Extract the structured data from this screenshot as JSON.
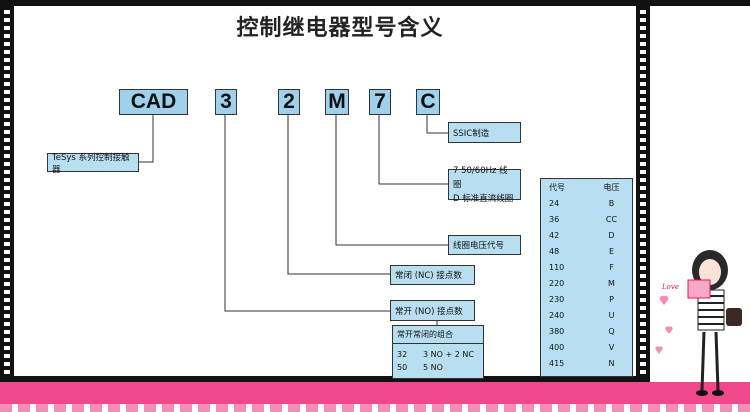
{
  "title": "控制继电器型号含义",
  "codes": [
    "CAD",
    "3",
    "2",
    "M",
    "7",
    "C"
  ],
  "labels": {
    "tesys": "TeSys 系列控制接触器",
    "ssic": "SSIC制造",
    "coil_type_line1": "7 50/60Hz 线圈",
    "coil_type_line2": "D 标准直流线圈",
    "coil_voltage_code": "线圈电压代号",
    "nc": "常闭 (NC) 接点数",
    "no": "常开 (NO) 接点数"
  },
  "combination_table": {
    "header": "常开常闭的组合",
    "rows": [
      {
        "code": "32",
        "value": "3 NO + 2 NC"
      },
      {
        "code": "50",
        "value": "5 NO"
      }
    ]
  },
  "voltage_table": {
    "headers": [
      "代号",
      "电压"
    ],
    "rows": [
      [
        "24",
        "B"
      ],
      [
        "36",
        "CC"
      ],
      [
        "42",
        "D"
      ],
      [
        "48",
        "E"
      ],
      [
        "110",
        "F"
      ],
      [
        "220",
        "M"
      ],
      [
        "230",
        "P"
      ],
      [
        "240",
        "U"
      ],
      [
        "380",
        "Q"
      ],
      [
        "400",
        "V"
      ],
      [
        "415",
        "N"
      ]
    ]
  },
  "decoration": {
    "love_text": "Love",
    "colors": {
      "box_fill": "#b8def2",
      "code_fill": "#9fd1ec",
      "pink": "#f0488a",
      "frame": "#111111"
    }
  }
}
